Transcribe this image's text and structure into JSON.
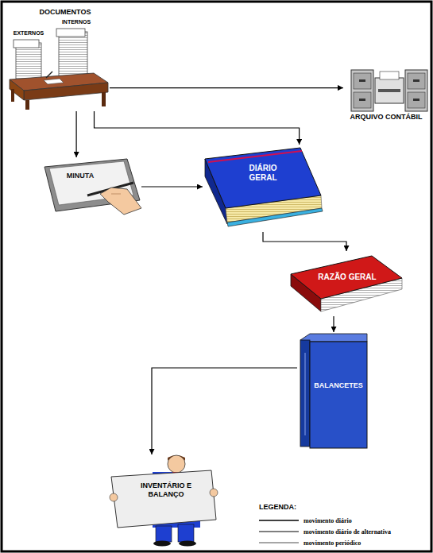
{
  "diagram": {
    "nodes": [
      {
        "text": [
          "DOCUMENTOS",
          "EXTERNOS",
          "INTERNOS"
        ]
      },
      {
        "text": [
          "ARQUIVO CONTÁBIL"
        ]
      },
      {
        "text": [
          "MINUTA"
        ]
      },
      {
        "text": [
          "DIÁRIO GERAL"
        ]
      },
      {
        "text": [
          "RAZÃO GERAL"
        ]
      },
      {
        "text": [
          "BALANCETES"
        ]
      },
      {
        "text": [
          "INVENTÁRIO E BALANÇO"
        ]
      }
    ],
    "edges": [
      {
        "from": 0,
        "to": 1,
        "arrow": "to"
      },
      {
        "from": 0,
        "to": 2,
        "arrow": "to"
      },
      {
        "from": 0,
        "to": 3,
        "arrow": "to"
      },
      {
        "from": 2,
        "to": 3,
        "arrow": "to"
      },
      {
        "from": 3,
        "to": 4,
        "arrow": "to"
      },
      {
        "from": 4,
        "to": 5,
        "arrow": "to"
      },
      {
        "from": 5,
        "to": 6,
        "arrow": "to"
      }
    ],
    "labels": [
      "LEGENDA:"
    ],
    "legend": [
      {
        "text": "movimento diário"
      },
      {
        "text": "movimento diário de alternativa"
      },
      {
        "text": "movimento periódico"
      }
    ]
  }
}
